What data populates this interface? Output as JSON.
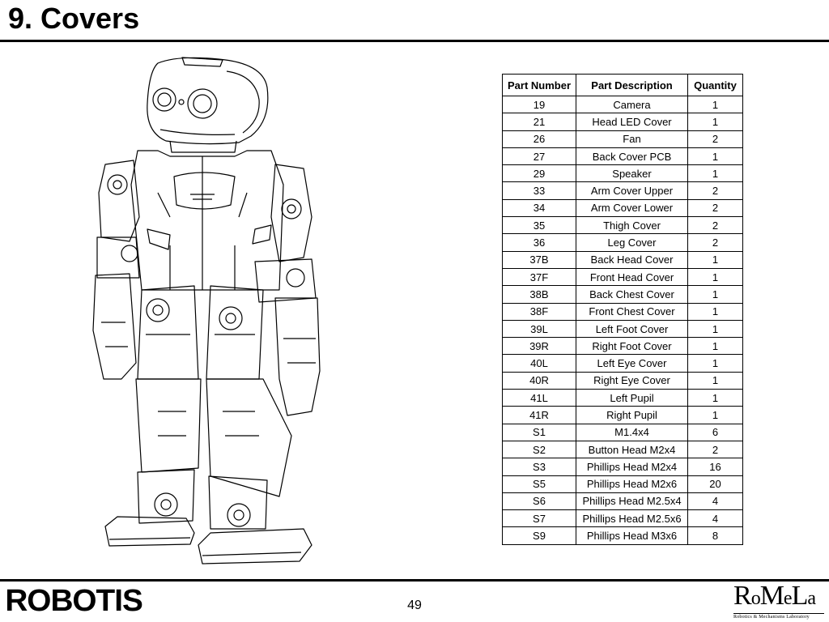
{
  "page": {
    "title": "9. Covers",
    "page_number": "49"
  },
  "table": {
    "headers": [
      "Part Number",
      "Part Description",
      "Quantity"
    ],
    "rows": [
      [
        "19",
        "Camera",
        "1"
      ],
      [
        "21",
        "Head LED Cover",
        "1"
      ],
      [
        "26",
        "Fan",
        "2"
      ],
      [
        "27",
        "Back Cover PCB",
        "1"
      ],
      [
        "29",
        "Speaker",
        "1"
      ],
      [
        "33",
        "Arm Cover Upper",
        "2"
      ],
      [
        "34",
        "Arm Cover Lower",
        "2"
      ],
      [
        "35",
        "Thigh Cover",
        "2"
      ],
      [
        "36",
        "Leg Cover",
        "2"
      ],
      [
        "37B",
        "Back Head Cover",
        "1"
      ],
      [
        "37F",
        "Front Head Cover",
        "1"
      ],
      [
        "38B",
        "Back Chest Cover",
        "1"
      ],
      [
        "38F",
        "Front Chest Cover",
        "1"
      ],
      [
        "39L",
        "Left Foot Cover",
        "1"
      ],
      [
        "39R",
        "Right Foot Cover",
        "1"
      ],
      [
        "40L",
        "Left Eye Cover",
        "1"
      ],
      [
        "40R",
        "Right Eye Cover",
        "1"
      ],
      [
        "41L",
        "Left Pupil",
        "1"
      ],
      [
        "41R",
        "Right Pupil",
        "1"
      ],
      [
        "S1",
        "M1.4x4",
        "6"
      ],
      [
        "S2",
        "Button Head M2x4",
        "2"
      ],
      [
        "S3",
        "Phillips Head M2x4",
        "16"
      ],
      [
        "S5",
        "Phillips Head M2x6",
        "20"
      ],
      [
        "S6",
        "Phillips Head M2.5x4",
        "4"
      ],
      [
        "S7",
        "Phillips Head M2.5x6",
        "4"
      ],
      [
        "S9",
        "Phillips Head M3x6",
        "8"
      ]
    ]
  },
  "footer": {
    "left_logo": "ROBOTIS",
    "right_logo_parts": [
      "R",
      "o",
      "M",
      "e",
      "L",
      "a"
    ],
    "right_logo_sub": "Robotics & Mechanisms Laboratory"
  }
}
